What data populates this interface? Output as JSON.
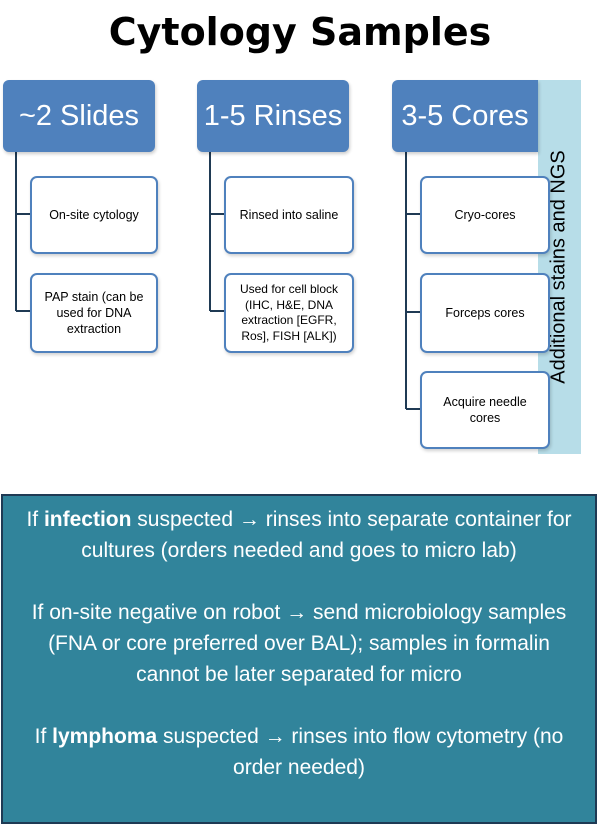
{
  "title": "Cytology Samples",
  "columns": [
    {
      "header": "~2 Slides",
      "items": [
        "On-site cytology",
        "PAP stain (can be used for DNA extraction"
      ]
    },
    {
      "header": "1-5 Rinses",
      "items": [
        "Rinsed into saline",
        "Used for cell block (IHC, H&E, DNA extraction [EGFR, Ros], FISH [ALK])"
      ]
    },
    {
      "header": "3-5 Cores",
      "items": [
        "Cryo-cores",
        "Forceps cores",
        "Acquire needle cores"
      ]
    }
  ],
  "side_label": "Additional stains and NGS",
  "notes": [
    {
      "pre": "If ",
      "bold": "infection",
      "post": " suspected → rinses into separate container for cultures (orders needed and goes to micro lab)"
    },
    {
      "pre": "If on-site negative on robot → send microbiology samples (FNA or core preferred over BAL); samples in formalin cannot be later separated for micro",
      "bold": "",
      "post": ""
    },
    {
      "pre": "If ",
      "bold": "lymphoma",
      "post": " suspected → rinses into flow cytometry (no order needed)"
    }
  ],
  "colors": {
    "header": "#4f81bd",
    "side_bar": "#b7dde8",
    "notes_bg": "#31849b"
  }
}
